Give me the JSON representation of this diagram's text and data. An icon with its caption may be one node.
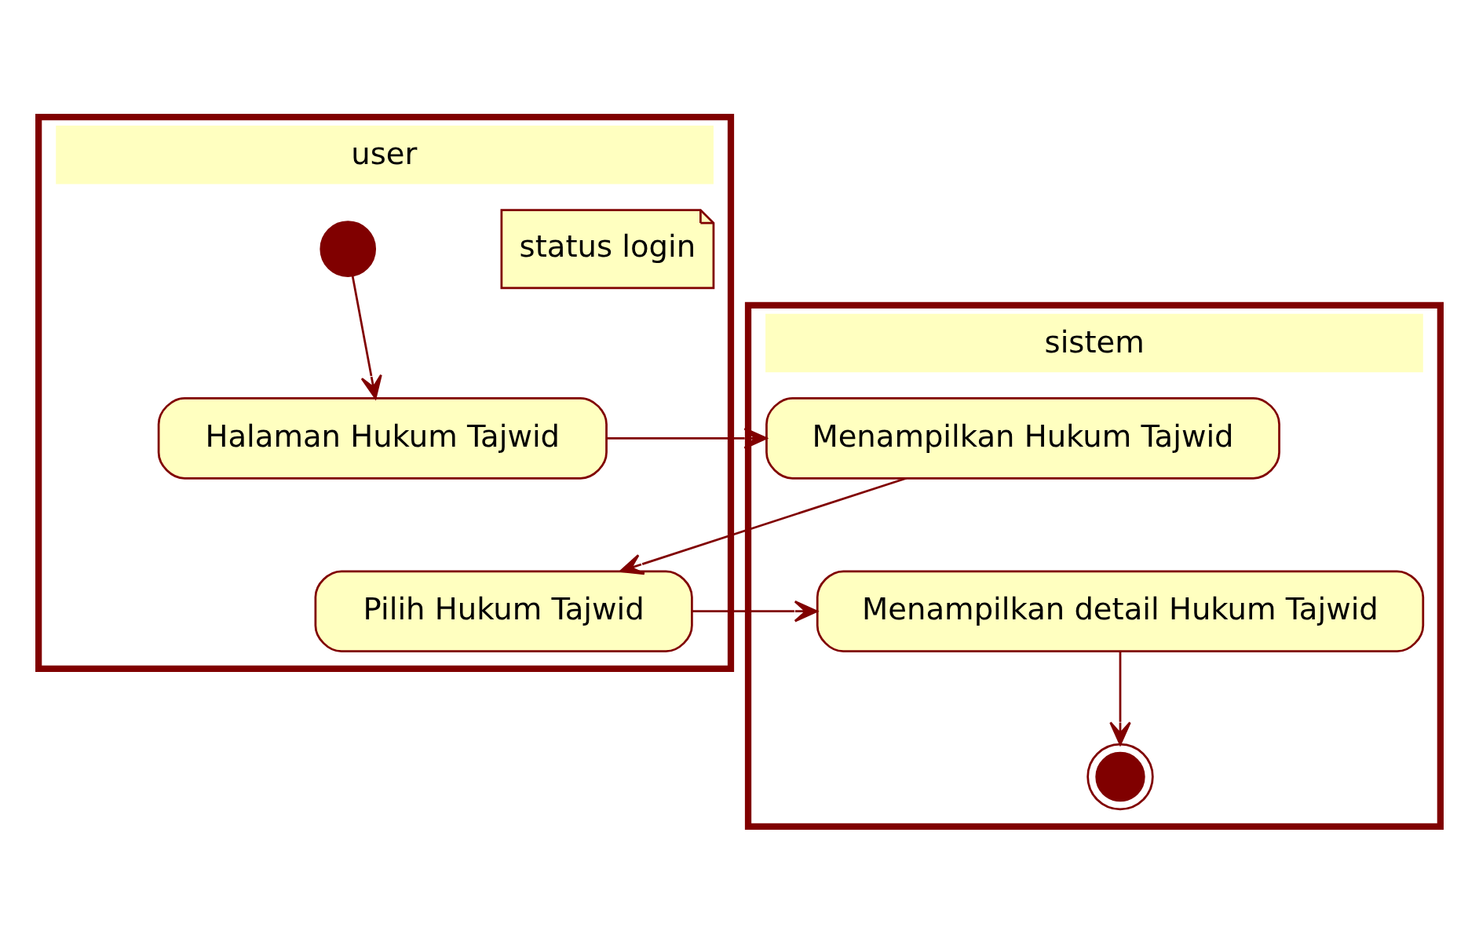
{
  "diagram": {
    "nodes": [
      {
        "text": [
          "user"
        ]
      },
      {
        "text": [
          "sistem"
        ]
      },
      {
        "text": [
          "status login"
        ],
        "in": 0
      },
      {
        "text": [],
        "shape": "circle",
        "in": 0
      },
      {
        "text": [
          "Halaman Hukum Tajwid"
        ],
        "in": 0
      },
      {
        "text": [
          "Pilih Hukum Tajwid"
        ],
        "in": 0
      },
      {
        "text": [
          "Menampilkan Hukum Tajwid"
        ],
        "in": 1
      },
      {
        "text": [
          "Menampilkan detail Hukum Tajwid"
        ],
        "in": 1
      },
      {
        "text": [],
        "shape": "bullseye",
        "in": 1
      }
    ],
    "edges": [
      {
        "from": 3,
        "to": 4,
        "arrow": "to"
      },
      {
        "from": 4,
        "to": 6,
        "arrow": "to"
      },
      {
        "from": 6,
        "to": 5,
        "arrow": "to"
      },
      {
        "from": 5,
        "to": 7,
        "arrow": "to"
      },
      {
        "from": 7,
        "to": 8,
        "arrow": "to"
      }
    ]
  }
}
